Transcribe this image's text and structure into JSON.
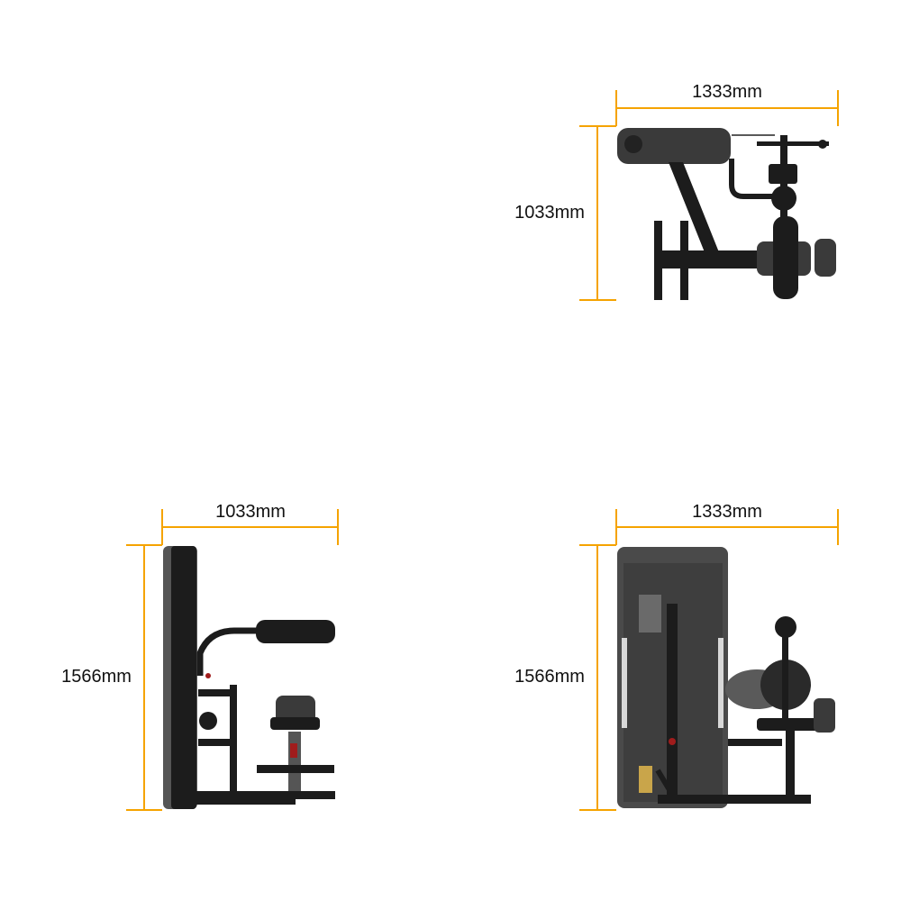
{
  "views": {
    "top": {
      "width_label": "1333mm",
      "depth_label": "1033mm"
    },
    "side": {
      "depth_label": "1033mm",
      "height_label": "1566mm"
    },
    "front": {
      "width_label": "1333mm",
      "height_label": "1566mm"
    }
  },
  "colors": {
    "dimension_line": "#f5a300",
    "machine": "#1c1c1c",
    "shroud": "#4a4a4a"
  }
}
